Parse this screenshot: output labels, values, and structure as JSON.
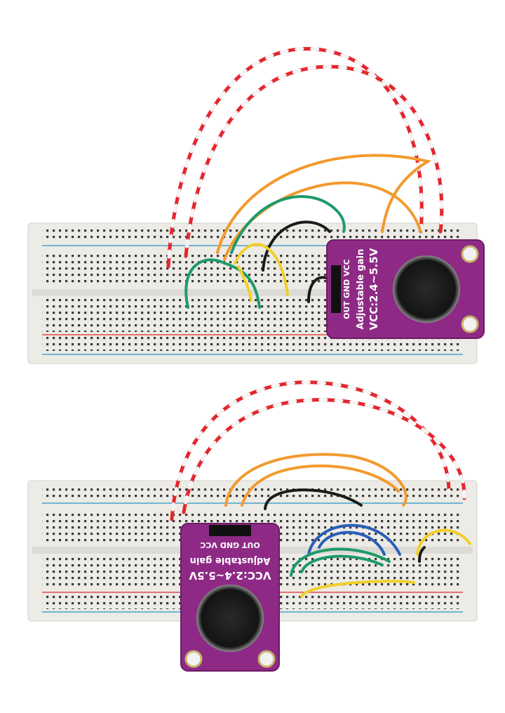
{
  "scene": {
    "background": "#ffffff",
    "breadboard_color": "#eeeeea",
    "rail_red": "#e24b4b",
    "rail_blue": "#4aa3c8",
    "module_color": "#8e2a86",
    "wire_colors": {
      "red": "#e3262d",
      "white": "#f4f4f4",
      "orange": "#f29a2e",
      "green": "#1e9a6a",
      "black": "#1a1a1a",
      "yellow": "#f2cf2a",
      "blue": "#2a5fb8"
    }
  },
  "module_top": {
    "line1": "VCC:2.4~5.5V",
    "line2": "Adjustable gain",
    "pin_labels": "OUT GND VCC"
  },
  "module_bottom": {
    "line1": "VCC:2.4~5.5V",
    "line2": "Adjustable gain",
    "pin_labels": "OUT GND VCC"
  }
}
